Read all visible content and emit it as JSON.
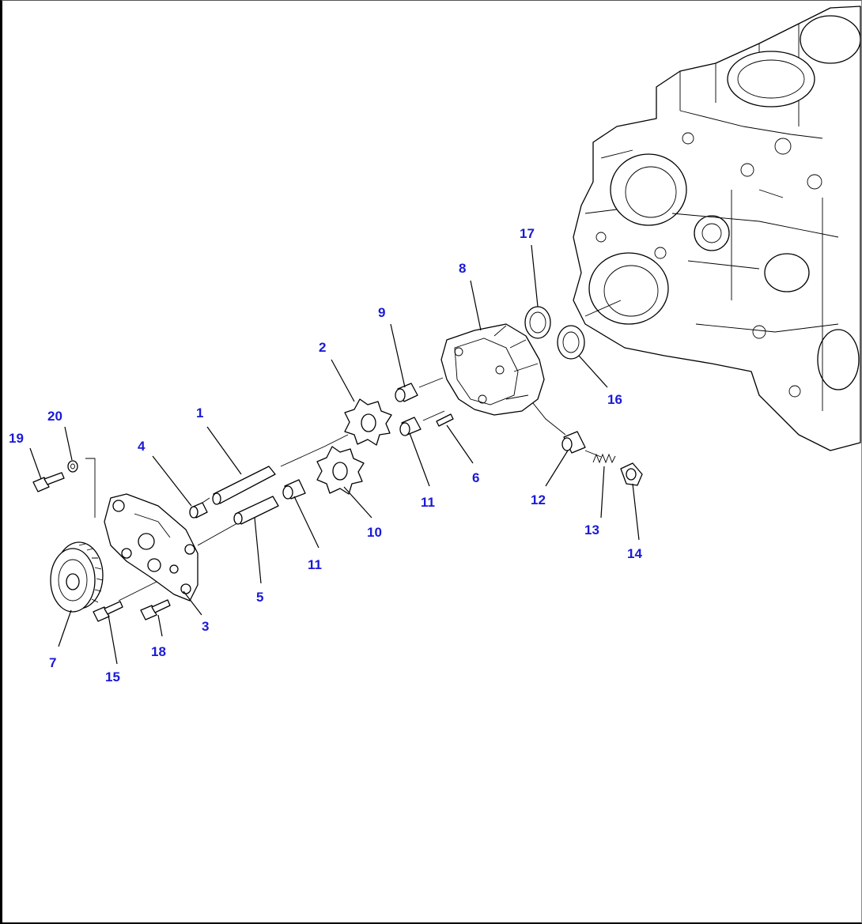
{
  "diagram": {
    "callouts": {
      "c1": "1",
      "c2": "2",
      "c3": "3",
      "c4": "4",
      "c5": "5",
      "c6": "6",
      "c7": "7",
      "c8": "8",
      "c9": "9",
      "c10": "10",
      "c11a": "11",
      "c11b": "11",
      "c12": "12",
      "c13": "13",
      "c14": "14",
      "c15": "15",
      "c16": "16",
      "c17": "17",
      "c18": "18",
      "c19": "19",
      "c20": "20"
    },
    "colors": {
      "callout": "#1a1ad6",
      "line": "#000000",
      "background": "#ffffff"
    }
  }
}
